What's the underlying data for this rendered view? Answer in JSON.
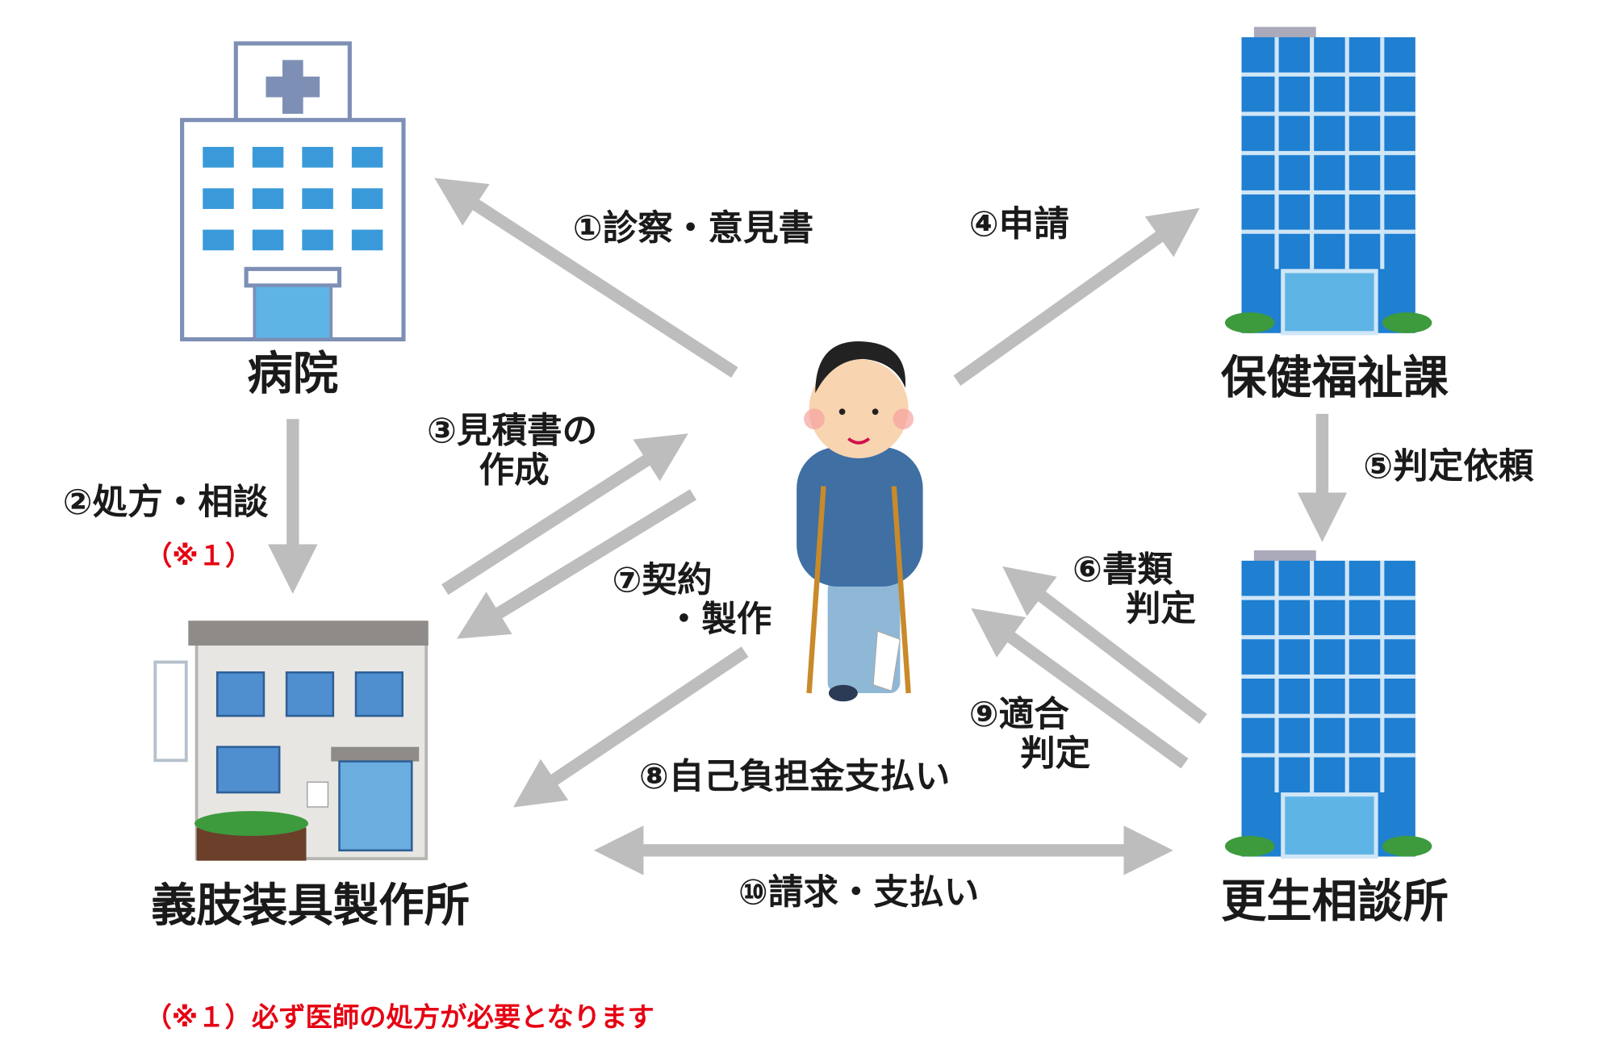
{
  "nodes": {
    "hospital": "病院",
    "workshop": "義肢装具製作所",
    "welfare_office": "保健福祉課",
    "rehab_center": "更生相談所"
  },
  "steps": {
    "s1": "①診察・意見書",
    "s2": "②処方・相談",
    "s2_note": "（※１）",
    "s3_line1": "③見積書の",
    "s3_line2": "作成",
    "s4": "④申請",
    "s5": "⑤判定依頼",
    "s6_line1": "⑥書類",
    "s6_line2": "判定",
    "s7_line1": "⑦契約",
    "s7_line2": "・製作",
    "s8": "⑧自己負担金支払い",
    "s9_line1": "⑨適合",
    "s9_line2": "判定",
    "s10": "⑩請求・支払い"
  },
  "footnote": "（※１）必ず医師の処方が必要となります",
  "colors": {
    "arrow": "#bdbdbd",
    "note": "#e60012",
    "window": "#3a9ad9",
    "shirt": "#3f6fa3"
  }
}
